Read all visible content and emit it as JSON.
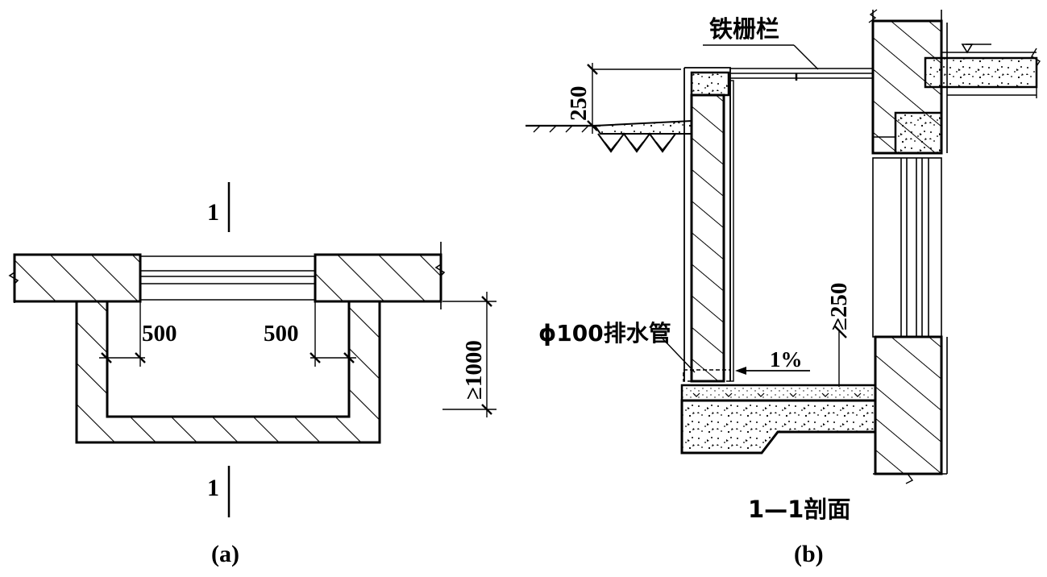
{
  "figure_a": {
    "section_top": "1",
    "section_bottom": "1",
    "dim_left": "500",
    "dim_right": "500",
    "dim_depth": "≥1000",
    "caption": "(a)"
  },
  "figure_b": {
    "grating_label": "铁栅栏",
    "dim_curb": "250",
    "dim_sill": "≥250",
    "drain_label": "ϕ100排水管",
    "slope_label": "1%",
    "section_title": "1—1剖面",
    "caption": "(b)"
  }
}
